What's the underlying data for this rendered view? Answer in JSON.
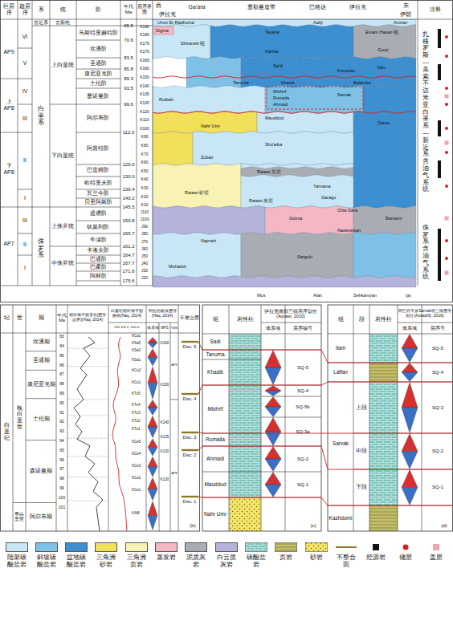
{
  "diagram": {
    "labels": [
      "巨层序",
      "超层序",
      "系",
      "统",
      "阶",
      "年代 Ma",
      "层序界面",
      "西",
      "伊拉克",
      "Ga'ara",
      "塞勒曼造带",
      "巴格达",
      "伊拉克",
      "东",
      "伊朗",
      "注释",
      "古近系",
      "白垩系",
      "侏罗系",
      "古新统",
      "上白垩统",
      "下白垩统",
      "上侏罗统",
      "中侏罗统",
      "马斯特里赫特阶",
      "坎潘阶",
      "圣通阶",
      "康尼亚克阶",
      "土伦阶",
      "塞诺曼阶",
      "阿尔布阶",
      "阿普特阶",
      "巴雷姆阶",
      "欧特里夫阶",
      "瓦兰今阶",
      "贝里阿斯阶",
      "提塘阶",
      "钦莫利阶",
      "牛津阶",
      "卡洛夫阶",
      "巴通阶",
      "巴柔阶",
      "阿林阶",
      "65.5",
      "70.6",
      "83.5",
      "85.8",
      "89.3",
      "93.5",
      "99.6",
      "112.0",
      "125.0",
      "130.0",
      "136.4",
      "140.2",
      "145.5",
      "150.8",
      "155.7",
      "161.2",
      "164.7",
      "167.7",
      "171.6",
      "175.6",
      "AP9",
      "上AP8",
      "下AP8",
      "AP7",
      "VI",
      "V",
      "IV",
      "III",
      "II",
      "I",
      "III",
      "II",
      "I",
      "K190",
      "K180",
      "K175",
      "K170",
      "K165",
      "K160",
      "K150",
      "K140",
      "K135",
      "K130",
      "K120",
      "K110",
      "K100",
      "K90",
      "K80",
      "K70",
      "K60",
      "K50",
      "K40",
      "K30",
      "K20",
      "K10",
      "J110",
      "J100",
      "J90",
      "J80",
      "J70",
      "J60",
      "J50",
      "J40",
      "J30",
      "J20",
      "Umm Er Radhuma",
      "Aaliji",
      "Amiran",
      "Digma",
      "Tayarat",
      "Shiranish 组",
      "Emam Hasan 组",
      "Hartha",
      "Gurpi",
      "Sa'di",
      "Ilam",
      "Kometan",
      "Tanuma",
      "Khasib",
      "Balambo",
      "Mishrif",
      "Sarvak",
      "Rumaila",
      "Ahmadi",
      "Rutbah",
      "Mauddud",
      "Nahr Umr",
      "Garau",
      "Shu'aiba",
      "Zubair",
      "Ratawi 页岩",
      "Yamama",
      "Ratawi 砂岩",
      "Ratawi 灰岩",
      "Garagu",
      "Chia Gara",
      "Gotnia",
      "Barsarin",
      "Naokelekan",
      "Najmah",
      "Sargelu",
      "Muhaiwir",
      "Mus",
      "Alan",
      "Sehkaniyan",
      "(a)",
      "扎格罗斯—美索不达米亚白垩系—新近系含油气系统",
      "侏罗系含油气系统",
      "纪",
      "世",
      "期",
      "年代 Ma",
      "相对海平面变化(层序边界)(Haq, 2014)",
      "白垩纪相对海平面曲线(Haq, 2014)",
      "200 100 0 -100 m",
      "阿拉伯板块层序(Haq, 2014)",
      "体系域",
      "MFS",
      "TMS",
      "不整合面",
      "白垩纪",
      "晚白垩世",
      "早白垩世",
      "坎潘期",
      "圣通期",
      "康尼亚克期",
      "土伦期",
      "森诺曼期",
      "阿尔布期",
      "83",
      "84",
      "85",
      "86",
      "87",
      "88",
      "89",
      "90",
      "91",
      "92",
      "93",
      "94",
      "95",
      "96",
      "97",
      "98",
      "99",
      "100",
      "101",
      "KCa1",
      "KSa5",
      "KSa3",
      "KSa1",
      "KCo2",
      "KCo1",
      "KTu5",
      "KTu4",
      "KTu3",
      "KTu2",
      "KTu1",
      "KCe5",
      "KCe4",
      "KCe3",
      "KCe2",
      "KCe1",
      "KAl8",
      "K160",
      "K150",
      "K140",
      "K135",
      "K130",
      "K120",
      "AP9",
      "AP8",
      "Disc. 5",
      "Disc. 4",
      "Disc. 3",
      "Disc. 2",
      "Disc. 1",
      "(b)",
      "组",
      "岩性柱",
      "伊拉克南部三级层序划分(Aqrawi, 2010)",
      "体系域",
      "层序编号",
      "Sadi",
      "Tanuma",
      "Khasib",
      "Mishrif",
      "Rumaila",
      "Ahmadi",
      "Mauddud",
      "Nahr Umr",
      "SQ-5",
      "SQ-4",
      "SQ-5b",
      "SQ-3a",
      "SQ-2",
      "SQ-1",
      "(c)",
      "组",
      "段",
      "岩性柱",
      "阿巴丹平原Sarvak组三级层序划分(Assadi等, 2016)",
      "体系域",
      "层序号",
      "Ilam",
      "Laffan",
      "Sarvak",
      "上段",
      "中段",
      "下段",
      "Kazhdomi",
      "SQ-5",
      "SQ-4",
      "SQ-3",
      "SQ-2",
      "SQ-1",
      "(d)"
    ],
    "legend": [
      {
        "text": "陆架碳酸盐岩",
        "color": "#c8e6f5"
      },
      {
        "text": "斜坡碳酸盐岩",
        "color": "#7fc1e6"
      },
      {
        "text": "盆地碳酸盐岩",
        "color": "#3d8fcf"
      },
      {
        "text": "三角洲砂岩",
        "color": "#f2df5a"
      },
      {
        "text": "三角洲页岩",
        "color": "#f8f3b4"
      },
      {
        "text": "蒸发岩",
        "color": "#f4b7c4"
      },
      {
        "text": "泥质灰岩",
        "color": "#a9adb3"
      },
      {
        "text": "白云质灰岩",
        "color": "#b5b3dc"
      },
      {
        "text": "碳酸盐岩"
      },
      {
        "text": "页岩"
      },
      {
        "text": "砂岩"
      },
      {
        "text": "不整合面"
      },
      {
        "text": "烃源岩"
      },
      {
        "text": "储层"
      },
      {
        "text": "盖层"
      }
    ]
  }
}
